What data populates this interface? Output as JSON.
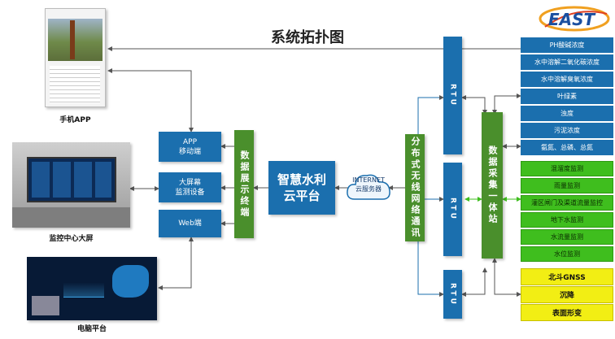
{
  "title": "系统拓扑图",
  "logo": {
    "text": "EAST"
  },
  "clients": {
    "phone_caption": "手机APP",
    "bigscreen_caption": "监控中心大屏",
    "pc_caption": "电脑平台"
  },
  "display_nodes": [
    {
      "label": "APP\n移动端"
    },
    {
      "label": "大屏幕\n监测设备"
    },
    {
      "label": "Web端"
    }
  ],
  "data_display_label": "数据展示终端",
  "platform_label": "智慧水利\n云平台",
  "cloud_label": "INTERNET\n云服务器",
  "wireless_label": "分布式无线网络通讯",
  "rtu_label": "RTU",
  "collector_label": "数据采集一体站",
  "sensors_blue": [
    "PH酸碱浓度",
    "水中溶解二氧化碳浓度",
    "水中溶解臭氧浓度",
    "叶绿素",
    "浊度",
    "污泥浓度",
    "氨氮、总磷、总氮"
  ],
  "sensors_green": [
    "混溜度监测",
    "雨量监测",
    "灌区闸门及渠道流量监控",
    "地下水监测",
    "水流量监测",
    "水位监测"
  ],
  "sensors_yellow": [
    "北斗GNSS",
    "沉降",
    "表面形变"
  ],
  "colors": {
    "blue": "#1b6fae",
    "green": "#4a8f2c",
    "bright_green": "#3fbe1e",
    "yellow": "#f2ee14"
  }
}
